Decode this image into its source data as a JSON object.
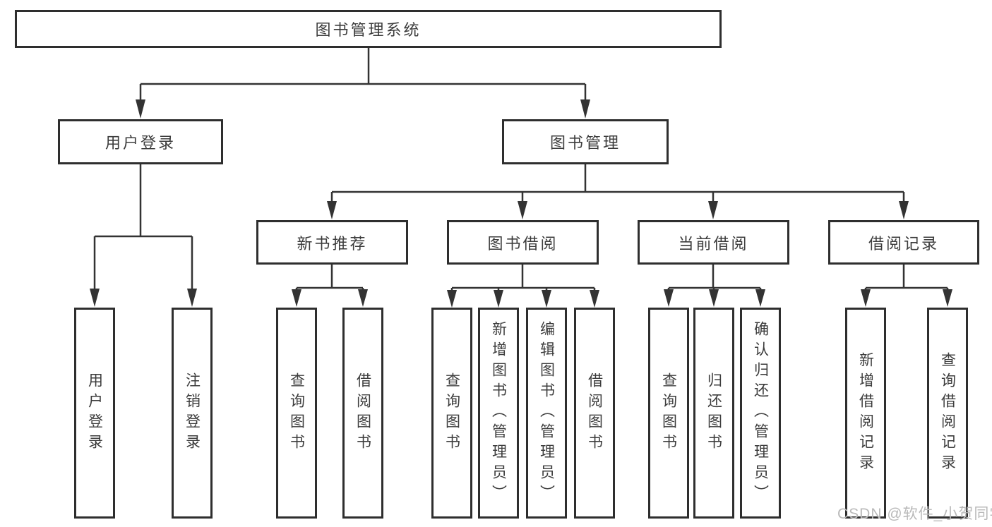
{
  "diagram_title": "图书管理系统",
  "nodes": {
    "root": {
      "label": "图书管理系统"
    },
    "user_login": {
      "label": "用户登录"
    },
    "book_mgmt": {
      "label": "图书管理"
    },
    "new_book_rec": {
      "label": "新书推荐"
    },
    "book_borrow": {
      "label": "图书借阅"
    },
    "current_borrow": {
      "label": "当前借阅"
    },
    "borrow_record": {
      "label": "借阅记录"
    },
    "leaf_user_login": {
      "label": "用户登录"
    },
    "leaf_logout": {
      "label": "注销登录"
    },
    "leaf_query_book_1": {
      "label": "查询图书"
    },
    "leaf_borrow_book_1": {
      "label": "借阅图书"
    },
    "leaf_query_book_2": {
      "label": "查询图书"
    },
    "leaf_add_book": {
      "label": "新增图书（管理员）"
    },
    "leaf_edit_book": {
      "label": "编辑图书（管理员）"
    },
    "leaf_borrow_book_2": {
      "label": "借阅图书"
    },
    "leaf_query_book_3": {
      "label": "查询图书"
    },
    "leaf_return_book": {
      "label": "归还图书"
    },
    "leaf_confirm_return": {
      "label": "确认归还（管理员）"
    },
    "leaf_add_borrow_record": {
      "label": "新增借阅记录"
    },
    "leaf_query_borrow_record": {
      "label": "查询借阅记录"
    }
  },
  "edges": [
    {
      "from": "图书管理系统",
      "to": "用户登录"
    },
    {
      "from": "图书管理系统",
      "to": "图书管理"
    },
    {
      "from": "用户登录",
      "to": "用户登录"
    },
    {
      "from": "用户登录",
      "to": "注销登录"
    },
    {
      "from": "图书管理",
      "to": "新书推荐"
    },
    {
      "from": "图书管理",
      "to": "图书借阅"
    },
    {
      "from": "图书管理",
      "to": "当前借阅"
    },
    {
      "from": "图书管理",
      "to": "借阅记录"
    },
    {
      "from": "新书推荐",
      "to": "查询图书"
    },
    {
      "from": "新书推荐",
      "to": "借阅图书"
    },
    {
      "from": "图书借阅",
      "to": "查询图书"
    },
    {
      "from": "图书借阅",
      "to": "新增图书（管理员）"
    },
    {
      "from": "图书借阅",
      "to": "编辑图书（管理员）"
    },
    {
      "from": "图书借阅",
      "to": "借阅图书"
    },
    {
      "from": "当前借阅",
      "to": "查询图书"
    },
    {
      "from": "当前借阅",
      "to": "归还图书"
    },
    {
      "from": "当前借阅",
      "to": "确认归还（管理员）"
    },
    {
      "from": "借阅记录",
      "to": "新增借阅记录"
    },
    {
      "from": "借阅记录",
      "to": "查询借阅记录"
    }
  ],
  "watermark": {
    "text": "CSDN @软件_小贺同学"
  },
  "colors": {
    "line": "#333333",
    "box_border": "#2e2e2e",
    "text": "#3c3c3c",
    "watermark": "#b9b9b9",
    "background": "#ffffff"
  }
}
